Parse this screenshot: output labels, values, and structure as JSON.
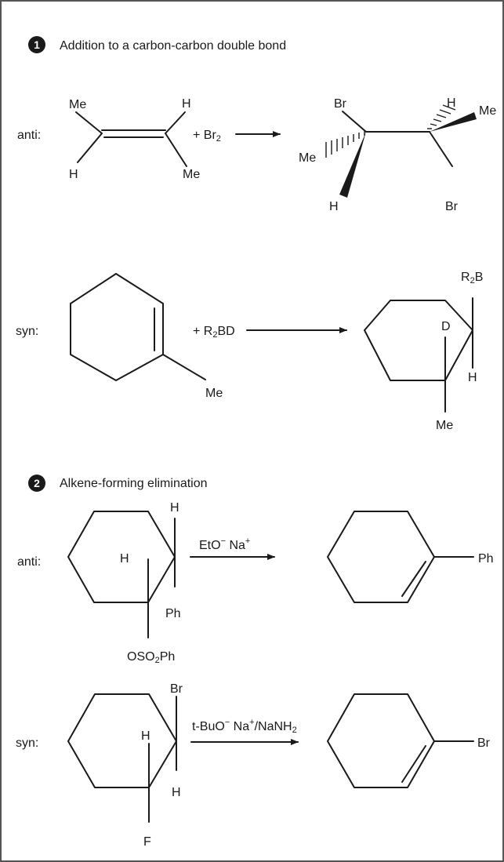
{
  "section1": {
    "number": "1",
    "title": "Addition to a carbon-carbon double bond",
    "anti": {
      "label": "anti:",
      "sm_top_left": "Me",
      "sm_top_right": "H",
      "sm_bottom_left": "H",
      "sm_bottom_right": "Me",
      "reagent_prefix": "+ Br",
      "reagent_sub": "2",
      "prod_br_top": "Br",
      "prod_me_left": "Me",
      "prod_h_bottom": "H",
      "prod_h_top": "H",
      "prod_me_right": "Me",
      "prod_br_bottom": "Br"
    },
    "syn": {
      "label": "syn:",
      "sm_me": "Me",
      "reagent_prefix": "+ R",
      "reagent_sub": "2",
      "reagent_suffix": "BD",
      "prod_r2b_r": "R",
      "prod_r2b_sub": "2",
      "prod_r2b_b": "B",
      "prod_d": "D",
      "prod_h": "H",
      "prod_me": "Me"
    }
  },
  "section2": {
    "number": "2",
    "title": "Alkene-forming elimination",
    "anti": {
      "label": "anti:",
      "sm_h_top": "H",
      "sm_h_inner": "H",
      "sm_ph": "Ph",
      "sm_oso2ph_a": "OSO",
      "sm_oso2ph_sub": "2",
      "sm_oso2ph_b": "Ph",
      "reagent_a": "EtO",
      "reagent_sup1": "−",
      "reagent_b": " Na",
      "reagent_sup2": "+",
      "prod_ph": "Ph"
    },
    "syn": {
      "label": "syn:",
      "sm_br": "Br",
      "sm_h_inner": "H",
      "sm_h_bottom": "H",
      "sm_f": "F",
      "reagent_a": "t-BuO",
      "reagent_sup1": "−",
      "reagent_b": " Na",
      "reagent_sup2": "+",
      "reagent_c": "/NaNH",
      "reagent_sub": "2",
      "prod_br": "Br"
    }
  }
}
